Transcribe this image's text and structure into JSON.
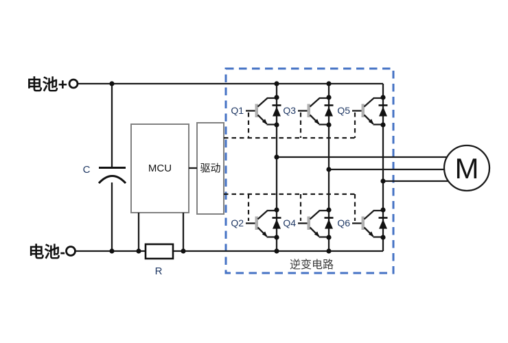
{
  "diagram": {
    "power": {
      "battery_plus_label": "电池+",
      "battery_minus_label": "电池-",
      "capacitor_label": "C",
      "shunt_resistor_label": "R"
    },
    "control": {
      "mcu_label": "MCU",
      "driver_label": "驱动"
    },
    "inverter": {
      "box_label": "逆变电路",
      "transistors": [
        "Q1",
        "Q2",
        "Q3",
        "Q4",
        "Q5",
        "Q6"
      ]
    },
    "motor": {
      "label": "M"
    }
  },
  "colors": {
    "wire": "#1a1a1a",
    "inverter_border": "#4472c4",
    "component_label": "#1f3864",
    "gray_box_border": "#808080",
    "inverter_label": "#3a3a3a"
  }
}
